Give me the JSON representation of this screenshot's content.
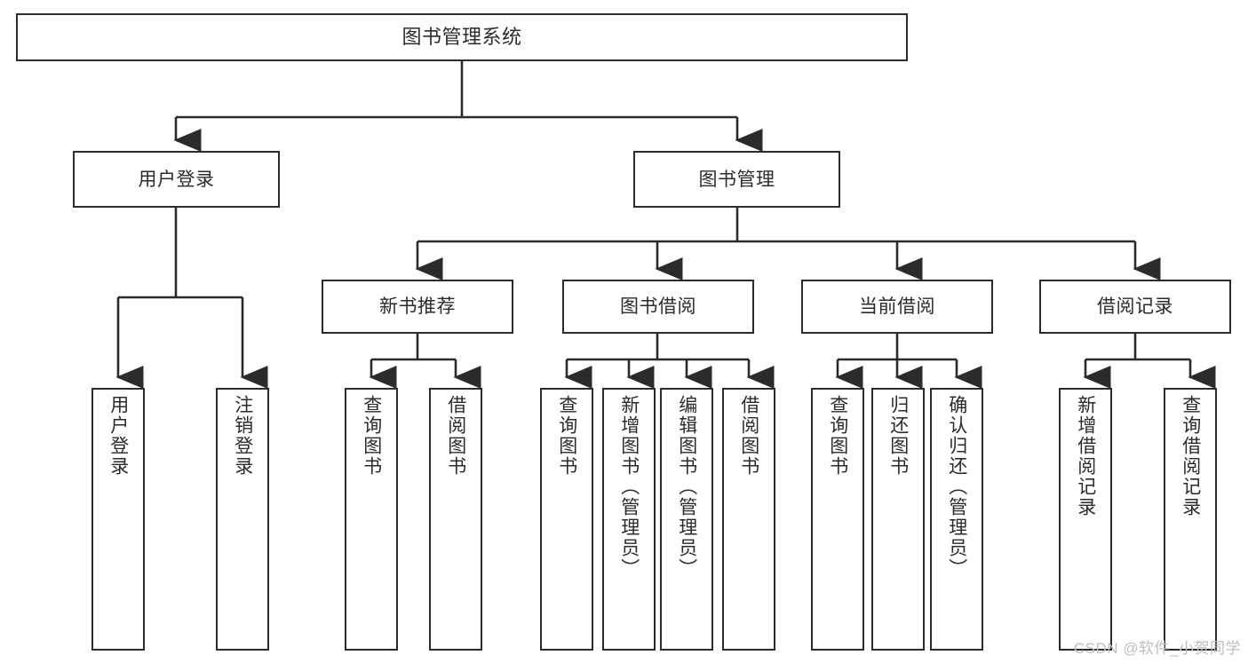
{
  "diagram": {
    "title": "图书管理系统",
    "type": "tree",
    "watermark": "CSDN @软件_小贺同学",
    "colors": {
      "stroke": "#2b2b2b",
      "fill": "#ffffff",
      "text": "#2b2b2b",
      "watermark": "#bdbdbd"
    },
    "nodes": {
      "root": {
        "label": "图书管理系统"
      },
      "level1": [
        {
          "label": "用户登录"
        },
        {
          "label": "图书管理"
        }
      ],
      "level2": [
        {
          "label": "新书推荐"
        },
        {
          "label": "图书借阅"
        },
        {
          "label": "当前借阅"
        },
        {
          "label": "借阅记录"
        }
      ],
      "leaves_user_login": [
        {
          "label": "用户登录"
        },
        {
          "label": "注销登录"
        }
      ],
      "leaves_new_books": [
        {
          "label": "查询图书"
        },
        {
          "label": "借阅图书"
        }
      ],
      "leaves_borrow": [
        {
          "label": "查询图书"
        },
        {
          "label": "新增图书（管理员）"
        },
        {
          "label": "编辑图书（管理员）"
        },
        {
          "label": "借阅图书"
        }
      ],
      "leaves_current": [
        {
          "label": "查询图书"
        },
        {
          "label": "归还图书"
        },
        {
          "label": "确认归还（管理员）"
        }
      ],
      "leaves_records": [
        {
          "label": "新增借阅记录"
        },
        {
          "label": "查询借阅记录"
        }
      ]
    }
  }
}
